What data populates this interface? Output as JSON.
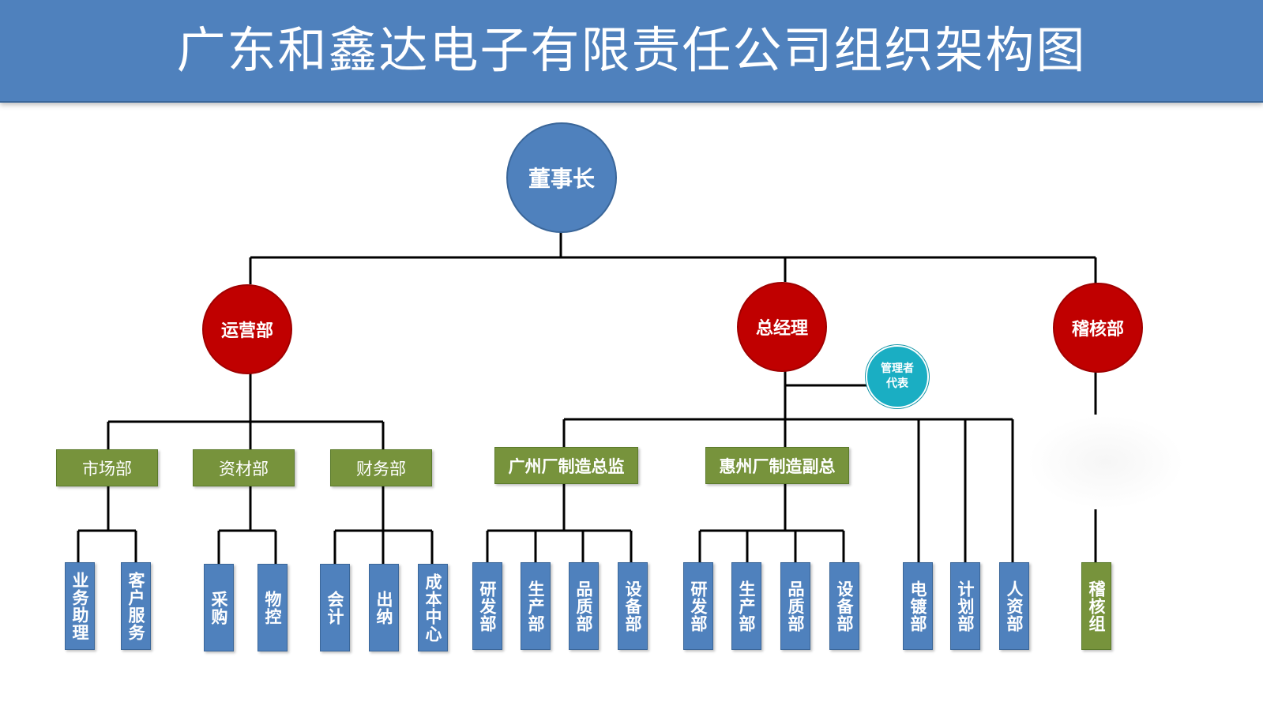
{
  "title": "广东和鑫达电子有限责任公司组织架构图",
  "colors": {
    "header": "#4f81bd",
    "circle_blue": "#4f81bd",
    "circle_red": "#c00000",
    "circle_teal": "#1aaec3",
    "box_green": "#77933c",
    "box_blue": "#4f81bd",
    "line": "#000000"
  },
  "chairman": "董事长",
  "level1": {
    "operations": "运营部",
    "general_manager": "总经理",
    "audit": "稽核部"
  },
  "management_rep": {
    "line1": "管理者",
    "line2": "代表"
  },
  "operations_depts": {
    "market": "市场部",
    "materials": "资材部",
    "finance": "财务部"
  },
  "factory_heads": {
    "guangzhou": "广州厂制造总监",
    "huizhou": "惠州厂制造副总"
  },
  "units": {
    "business_assistant": "业务助理",
    "customer_service": "客户服务",
    "purchasing": "采购",
    "material_control": "物控",
    "accounting": "会计",
    "cashier": "出纳",
    "cost_center": "成本中心",
    "gz_rd": "研发部",
    "gz_production": "生产部",
    "gz_quality": "品质部",
    "gz_equipment": "设备部",
    "hz_rd": "研发部",
    "hz_production": "生产部",
    "hz_quality": "品质部",
    "hz_equipment": "设备部",
    "plating": "电镀部",
    "planning": "计划部",
    "hr": "人资部",
    "audit_team": "稽核组"
  }
}
